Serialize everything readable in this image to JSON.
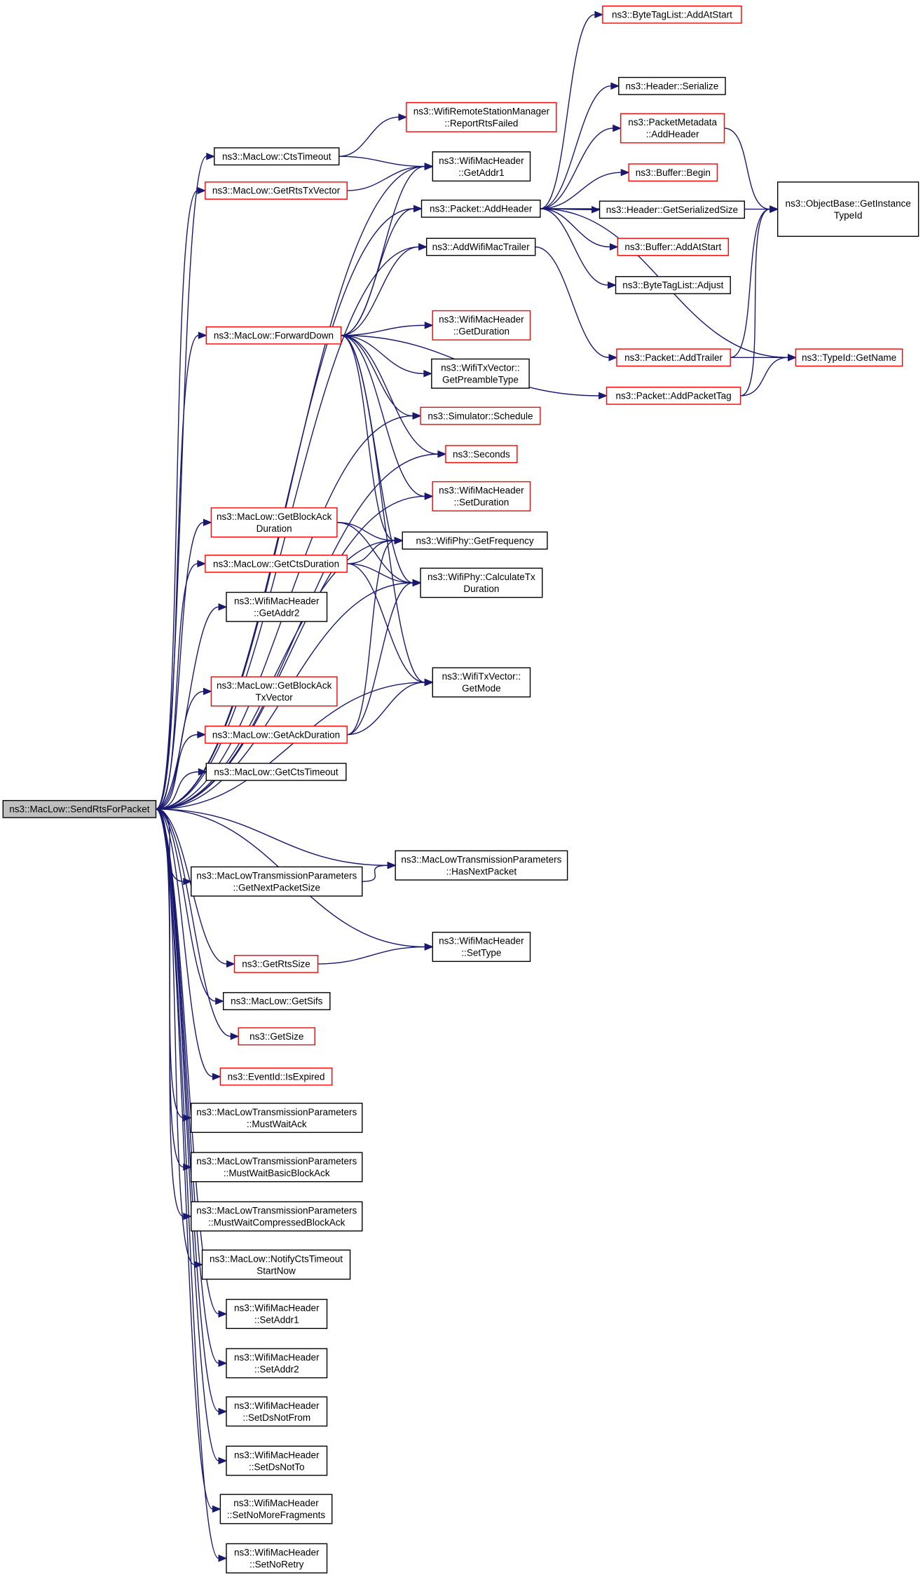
{
  "diagram": {
    "colors": {
      "edge": "#191970",
      "warn_border": "#ff0000",
      "plain_border": "#000000",
      "root_fill": "#bfbfbf"
    },
    "nodes": [
      {
        "id": "root",
        "lines": [
          "ns3::MacLow::SendRtsForPacket"
        ],
        "style": "root"
      },
      {
        "id": "ctsTimeout",
        "lines": [
          "ns3::MacLow::CtsTimeout"
        ],
        "style": "plain"
      },
      {
        "id": "getRtsTxVector",
        "lines": [
          "ns3::MacLow::GetRtsTxVector"
        ],
        "style": "warn"
      },
      {
        "id": "forwardDown",
        "lines": [
          "ns3::MacLow::ForwardDown"
        ],
        "style": "warn"
      },
      {
        "id": "getBlockAckDuration",
        "lines": [
          "ns3::MacLow::GetBlockAck",
          "Duration"
        ],
        "style": "warn"
      },
      {
        "id": "getCtsDuration",
        "lines": [
          "ns3::MacLow::GetCtsDuration"
        ],
        "style": "warn"
      },
      {
        "id": "getAddr2",
        "lines": [
          "ns3::WifiMacHeader",
          "::GetAddr2"
        ],
        "style": "plain"
      },
      {
        "id": "getBlockAckTxVector",
        "lines": [
          "ns3::MacLow::GetBlockAck",
          "TxVector"
        ],
        "style": "warn"
      },
      {
        "id": "getAckDuration",
        "lines": [
          "ns3::MacLow::GetAckDuration"
        ],
        "style": "warn"
      },
      {
        "id": "getCtsTimeout",
        "lines": [
          "ns3::MacLow::GetCtsTimeout"
        ],
        "style": "plain"
      },
      {
        "id": "getNextPacketSize",
        "lines": [
          "ns3::MacLowTransmissionParameters",
          "::GetNextPacketSize"
        ],
        "style": "plain"
      },
      {
        "id": "getRtsSize",
        "lines": [
          "ns3::GetRtsSize"
        ],
        "style": "warn"
      },
      {
        "id": "getSifs",
        "lines": [
          "ns3::MacLow::GetSifs"
        ],
        "style": "plain"
      },
      {
        "id": "getSize",
        "lines": [
          "ns3::GetSize"
        ],
        "style": "warn"
      },
      {
        "id": "isExpired",
        "lines": [
          "ns3::EventId::IsExpired"
        ],
        "style": "warn"
      },
      {
        "id": "mustWaitAck",
        "lines": [
          "ns3::MacLowTransmissionParameters",
          "::MustWaitAck"
        ],
        "style": "plain"
      },
      {
        "id": "mustWaitBasicBlockAck",
        "lines": [
          "ns3::MacLowTransmissionParameters",
          "::MustWaitBasicBlockAck"
        ],
        "style": "plain"
      },
      {
        "id": "mustWaitCompressedBlockAck",
        "lines": [
          "ns3::MacLowTransmissionParameters",
          "::MustWaitCompressedBlockAck"
        ],
        "style": "plain"
      },
      {
        "id": "notifyCtsTimeoutStartNow",
        "lines": [
          "ns3::MacLow::NotifyCtsTimeout",
          "StartNow"
        ],
        "style": "plain"
      },
      {
        "id": "setAddr1",
        "lines": [
          "ns3::WifiMacHeader",
          "::SetAddr1"
        ],
        "style": "plain"
      },
      {
        "id": "setAddr2",
        "lines": [
          "ns3::WifiMacHeader",
          "::SetAddr2"
        ],
        "style": "plain"
      },
      {
        "id": "setDsNotFrom",
        "lines": [
          "ns3::WifiMacHeader",
          "::SetDsNotFrom"
        ],
        "style": "plain"
      },
      {
        "id": "setDsNotTo",
        "lines": [
          "ns3::WifiMacHeader",
          "::SetDsNotTo"
        ],
        "style": "plain"
      },
      {
        "id": "setNoMoreFragments",
        "lines": [
          "ns3::WifiMacHeader",
          "::SetNoMoreFragments"
        ],
        "style": "plain"
      },
      {
        "id": "setNoRetry",
        "lines": [
          "ns3::WifiMacHeader",
          "::SetNoRetry"
        ],
        "style": "plain"
      },
      {
        "id": "reportRtsFailed",
        "lines": [
          "ns3::WifiRemoteStationManager",
          "::ReportRtsFailed"
        ],
        "style": "warn"
      },
      {
        "id": "getAddr1",
        "lines": [
          "ns3::WifiMacHeader",
          "::GetAddr1"
        ],
        "style": "plain"
      },
      {
        "id": "packetAddHeader",
        "lines": [
          "ns3::Packet::AddHeader"
        ],
        "style": "plain"
      },
      {
        "id": "addWifiMacTrailer",
        "lines": [
          "ns3::AddWifiMacTrailer"
        ],
        "style": "plain"
      },
      {
        "id": "getDuration",
        "lines": [
          "ns3::WifiMacHeader",
          "::GetDuration"
        ],
        "style": "warn"
      },
      {
        "id": "getPreambleType",
        "lines": [
          "ns3::WifiTxVector::",
          "GetPreambleType"
        ],
        "style": "plain"
      },
      {
        "id": "schedule",
        "lines": [
          "ns3::Simulator::Schedule"
        ],
        "style": "warn"
      },
      {
        "id": "seconds",
        "lines": [
          "ns3::Seconds"
        ],
        "style": "warn"
      },
      {
        "id": "setDuration",
        "lines": [
          "ns3::WifiMacHeader",
          "::SetDuration"
        ],
        "style": "warn"
      },
      {
        "id": "getFrequency",
        "lines": [
          "ns3::WifiPhy::GetFrequency"
        ],
        "style": "plain"
      },
      {
        "id": "calculateTxDuration",
        "lines": [
          "ns3::WifiPhy::CalculateTx",
          "Duration"
        ],
        "style": "plain"
      },
      {
        "id": "getMode",
        "lines": [
          "ns3::WifiTxVector::",
          "GetMode"
        ],
        "style": "plain"
      },
      {
        "id": "hasNextPacket",
        "lines": [
          "ns3::MacLowTransmissionParameters",
          "::HasNextPacket"
        ],
        "style": "plain"
      },
      {
        "id": "setType",
        "lines": [
          "ns3::WifiMacHeader",
          "::SetType"
        ],
        "style": "plain"
      },
      {
        "id": "byteTagListAddAtStart",
        "lines": [
          "ns3::ByteTagList::AddAtStart"
        ],
        "style": "warn"
      },
      {
        "id": "headerSerialize",
        "lines": [
          "ns3::Header::Serialize"
        ],
        "style": "plain"
      },
      {
        "id": "packetMetadataAddHeader",
        "lines": [
          "ns3::PacketMetadata",
          "::AddHeader"
        ],
        "style": "warn"
      },
      {
        "id": "bufferBegin",
        "lines": [
          "ns3::Buffer::Begin"
        ],
        "style": "warn"
      },
      {
        "id": "getSerializedSize",
        "lines": [
          "ns3::Header::GetSerializedSize"
        ],
        "style": "plain"
      },
      {
        "id": "bufferAddAtStart",
        "lines": [
          "ns3::Buffer::AddAtStart"
        ],
        "style": "warn"
      },
      {
        "id": "byteTagListAdjust",
        "lines": [
          "ns3::ByteTagList::Adjust"
        ],
        "style": "plain"
      },
      {
        "id": "packetAddTrailer",
        "lines": [
          "ns3::Packet::AddTrailer"
        ],
        "style": "warn"
      },
      {
        "id": "packetAddPacketTag",
        "lines": [
          "ns3::Packet::AddPacketTag"
        ],
        "style": "warn"
      },
      {
        "id": "getInstanceTypeId",
        "lines": [
          "ns3::ObjectBase::GetInstance",
          "TypeId"
        ],
        "style": "plain"
      },
      {
        "id": "typeIdGetName",
        "lines": [
          "ns3::TypeId::GetName"
        ],
        "style": "warn"
      }
    ]
  }
}
